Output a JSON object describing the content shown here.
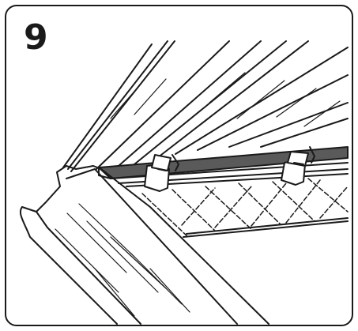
{
  "step": {
    "number": "9"
  },
  "colors": {
    "line": "#1a1a1a",
    "background": "#ffffff",
    "rail_shade": "#5a5a5a",
    "frame_border": "#1a1a1a"
  },
  "illustration": {
    "subject": "ikea-assembly-step",
    "parts": [
      "frame-panel",
      "support-rail",
      "lattice-grid",
      "mounting-clip-left",
      "mounting-clip-right",
      "lid-panel"
    ]
  }
}
